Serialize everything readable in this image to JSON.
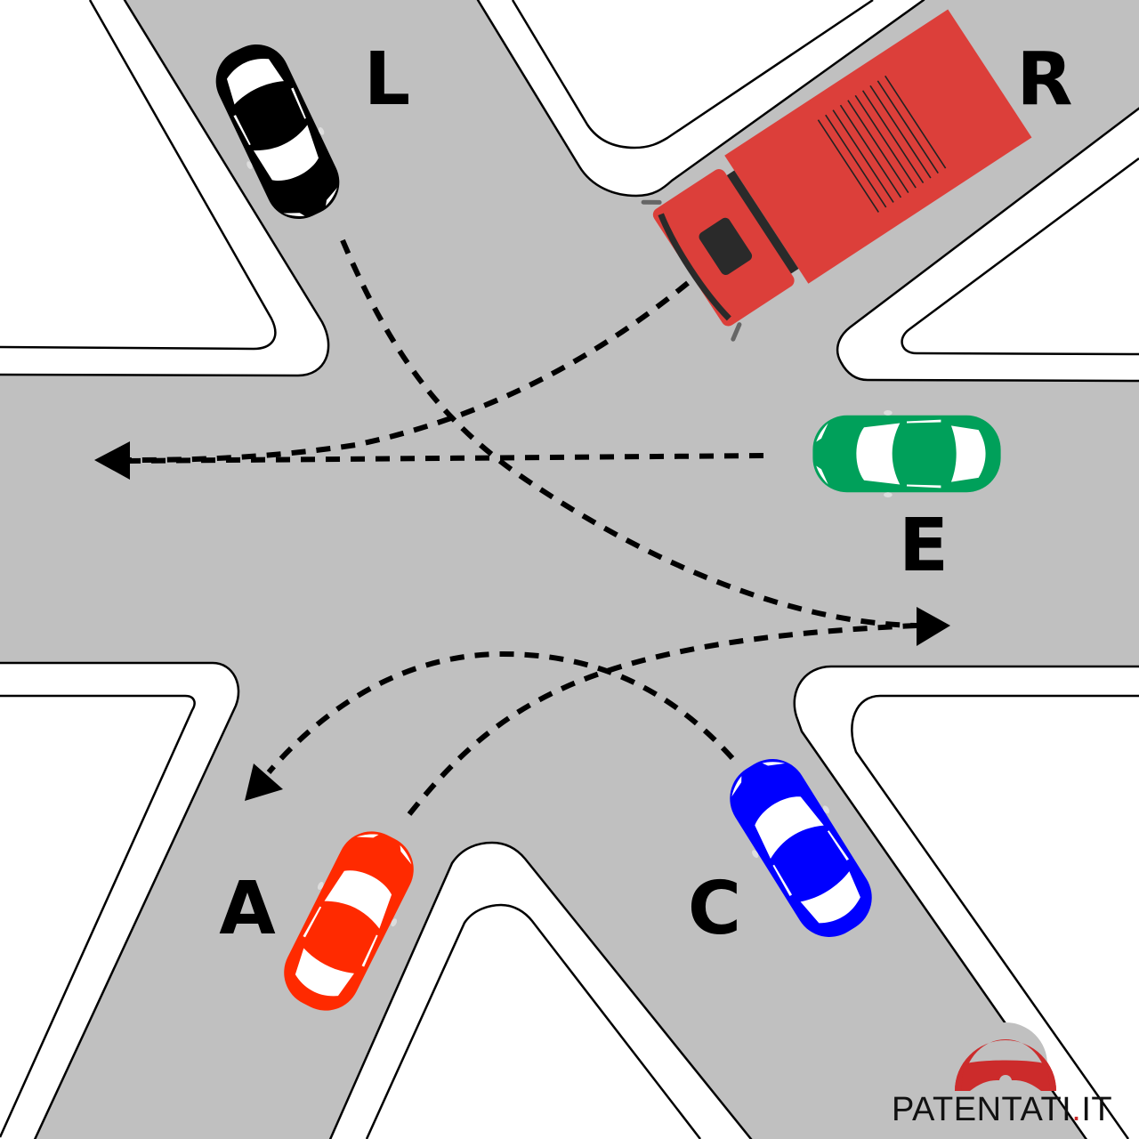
{
  "labels": {
    "L": "L",
    "R": "R",
    "E": "E",
    "A": "A",
    "C": "C"
  },
  "vehicles": {
    "L": {
      "type": "car",
      "color": "#000000"
    },
    "R": {
      "type": "truck",
      "color": "#dc3f3a"
    },
    "E": {
      "type": "car",
      "color": "#00a05a"
    },
    "A": {
      "type": "car",
      "color": "#ff2a00"
    },
    "C": {
      "type": "car",
      "color": "#0000ff"
    }
  },
  "logo": {
    "text_main": "PATENTATI",
    "text_dot": ".",
    "text_tld": "IT",
    "color": "#cc2b2b"
  },
  "colors": {
    "road": "#c0c0c0",
    "sidewalk": "#ffffff"
  }
}
